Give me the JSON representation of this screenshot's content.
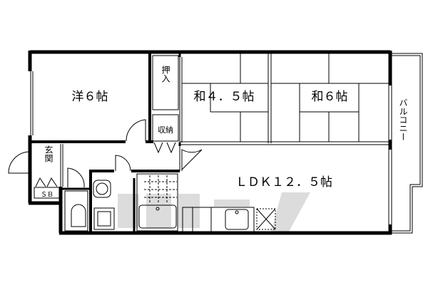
{
  "floorplan": {
    "rooms": {
      "western": "洋６帖",
      "closet_oshiire": "押入",
      "storage": "収納",
      "entrance": "玄関",
      "shoe_box": "ＳＢ",
      "japanese_1": "和４．５帖",
      "japanese_2": "和６帖",
      "ldk": "ＬＤＫ１２．５帖",
      "balcony": "バルコニー"
    },
    "colors": {
      "lines": "#000000",
      "watermark": "#d9d9d9"
    }
  }
}
